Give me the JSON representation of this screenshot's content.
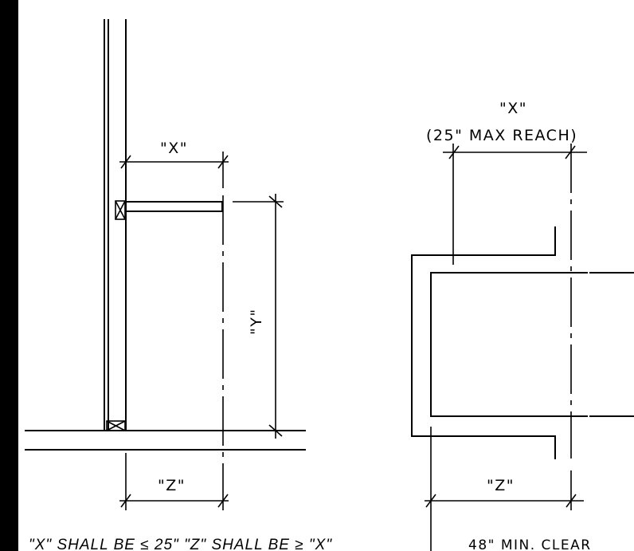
{
  "side_view": {
    "dim_x": "\"X\"",
    "dim_y": "\"Y\"",
    "dim_z": "\"Z\""
  },
  "front_view": {
    "dim_x": "\"X\"",
    "dim_x_note": "(25\" MAX REACH)",
    "dim_z": "\"Z\""
  },
  "notes": {
    "rule_text": "\"X\" SHALL BE ≤ 25\" \"Z\" SHALL BE ≥ \"X\"",
    "clearance_text": "48\" MIN. CLEAR"
  }
}
